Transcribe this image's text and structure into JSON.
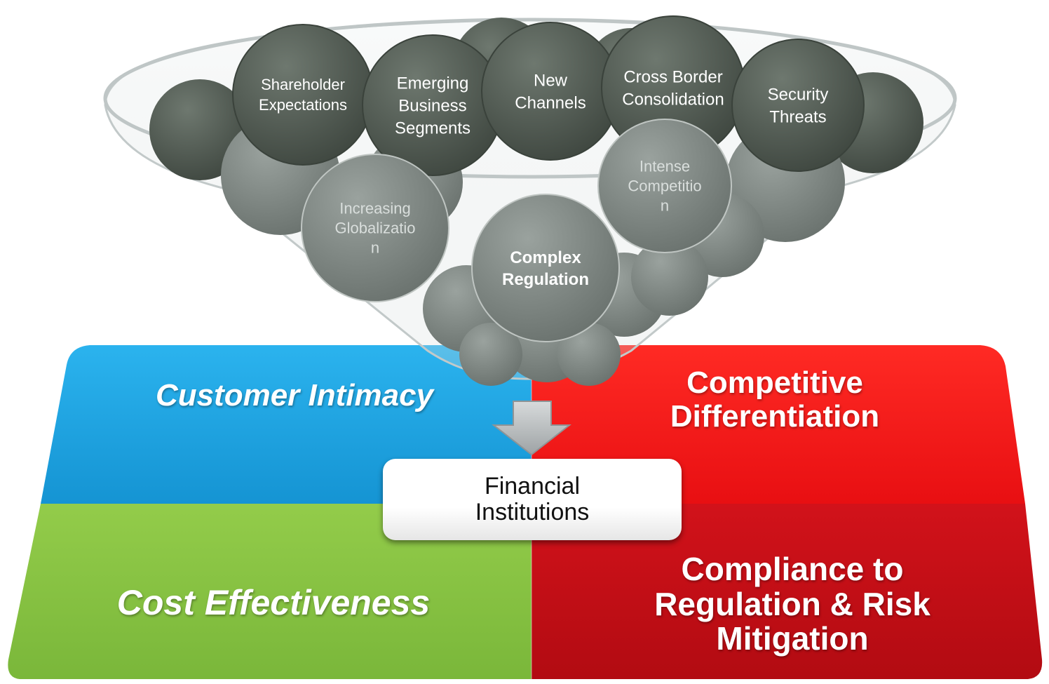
{
  "funnel": {
    "bubbles": [
      {
        "id": "shareholder",
        "lines": [
          "Shareholder",
          "Expectations"
        ]
      },
      {
        "id": "emerging",
        "lines": [
          "Emerging",
          "Business",
          "Segments"
        ]
      },
      {
        "id": "new-channels",
        "lines": [
          "New",
          "Channels"
        ]
      },
      {
        "id": "cross-border",
        "lines": [
          "Cross Border",
          "Consolidation"
        ]
      },
      {
        "id": "security",
        "lines": [
          "Security",
          "Threats"
        ]
      },
      {
        "id": "intense",
        "lines": [
          "Intense",
          "Competitio",
          "n"
        ]
      },
      {
        "id": "globalization",
        "lines": [
          "Increasing",
          "Globalizatio",
          "n"
        ]
      },
      {
        "id": "complex",
        "lines": [
          "Complex",
          "Regulation"
        ]
      }
    ]
  },
  "quadrants": {
    "customer_intimacy": {
      "text": "Customer Intimacy",
      "color": "#1aa3e0"
    },
    "competitive": {
      "line1": "Competitive",
      "line2": "Differentiation",
      "color": "#ee1c1c"
    },
    "cost": {
      "text": "Cost Effectiveness",
      "color": "#8dc63f"
    },
    "compliance": {
      "line1": "Compliance to",
      "line2": "Regulation & Risk",
      "line3": "Mitigation",
      "color": "#c8101a"
    }
  },
  "center": {
    "line1": "Financial",
    "line2": "Institutions"
  },
  "colors": {
    "bubble_dark": "#555e55",
    "bubble_light": "#7f8884",
    "glass": "#dfe6e6",
    "arrow": "#b9bec0"
  }
}
